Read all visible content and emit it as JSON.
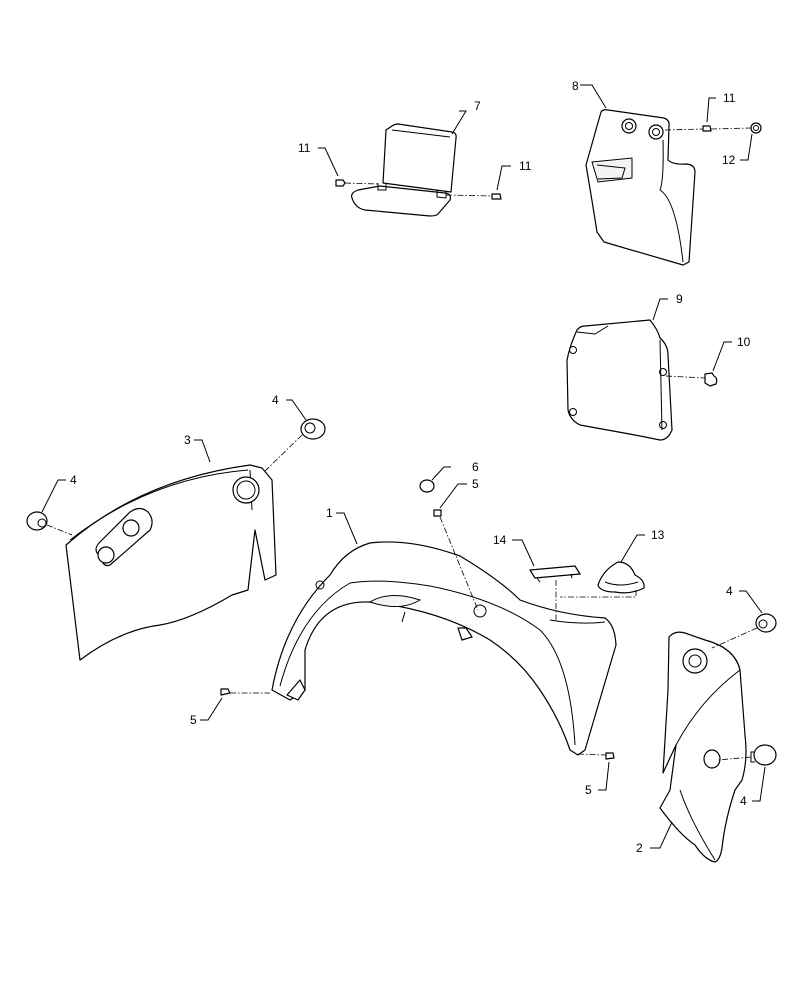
{
  "callouts": {
    "c1": "1",
    "c2": "2",
    "c3": "3",
    "c4a": "4",
    "c4b": "4",
    "c4c": "4",
    "c4d": "4",
    "c5a": "5",
    "c5b": "5",
    "c5c": "5",
    "c6": "6",
    "c7": "7",
    "c8": "8",
    "c9": "9",
    "c10": "10",
    "c11a": "11",
    "c11b": "11",
    "c11c": "11",
    "c12": "12",
    "c13": "13",
    "c14": "14"
  }
}
